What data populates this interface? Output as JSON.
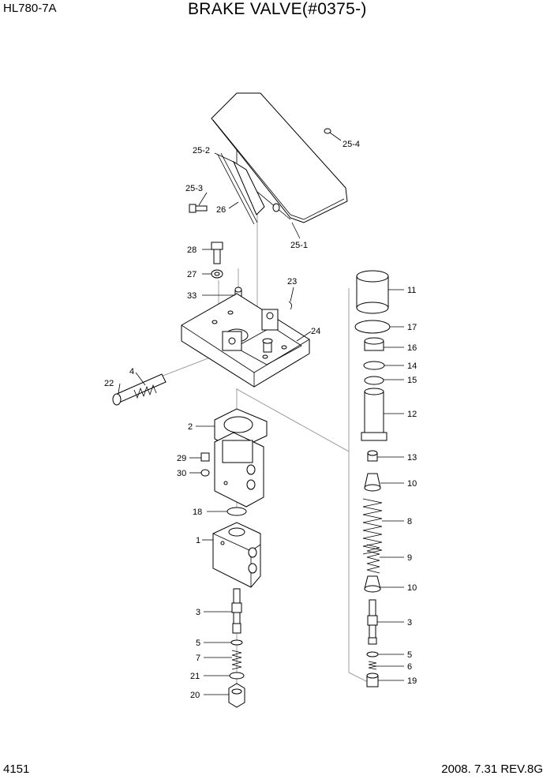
{
  "header": {
    "model": "HL780-7A",
    "title": "BRAKE VALVE(#0375-)"
  },
  "footer": {
    "page_number": "4151",
    "revision": "2008. 7.31  REV.8G"
  },
  "callouts": [
    {
      "label": "25-4"
    },
    {
      "label": "25-2"
    },
    {
      "label": "25-3"
    },
    {
      "label": "26"
    },
    {
      "label": "25-1"
    },
    {
      "label": "28"
    },
    {
      "label": "27"
    },
    {
      "label": "23"
    },
    {
      "label": "33"
    },
    {
      "label": "24"
    },
    {
      "label": "4"
    },
    {
      "label": "22"
    },
    {
      "label": "2"
    },
    {
      "label": "29"
    },
    {
      "label": "30"
    },
    {
      "label": "18"
    },
    {
      "label": "1"
    },
    {
      "label": "3"
    },
    {
      "label": "5"
    },
    {
      "label": "7"
    },
    {
      "label": "21"
    },
    {
      "label": "20"
    },
    {
      "label": "11"
    },
    {
      "label": "17"
    },
    {
      "label": "16"
    },
    {
      "label": "14"
    },
    {
      "label": "15"
    },
    {
      "label": "12"
    },
    {
      "label": "13"
    },
    {
      "label": "10"
    },
    {
      "label": "8"
    },
    {
      "label": "9"
    },
    {
      "label": "10"
    },
    {
      "label": "3"
    },
    {
      "label": "5"
    },
    {
      "label": "6"
    },
    {
      "label": "19"
    }
  ]
}
